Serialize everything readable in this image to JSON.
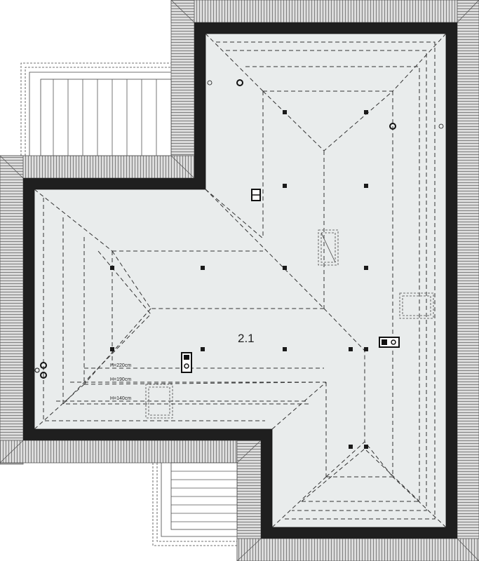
{
  "plan": {
    "room_number": "2.1",
    "height_markers": [
      "H=220cm",
      "H=190cm",
      "H=140cm"
    ],
    "colors": {
      "wall": "#1f1f1f",
      "floor": "#e9ecec",
      "eave_fill": "#dcdcdc",
      "line": "#333333"
    }
  }
}
